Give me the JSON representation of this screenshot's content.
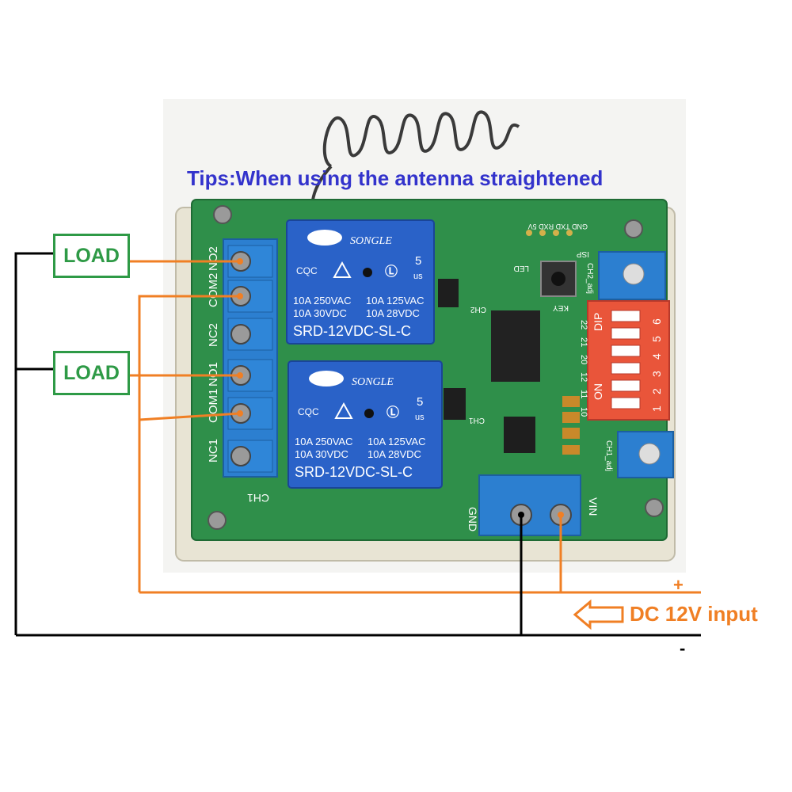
{
  "tips": "Tips:When using the antenna straightened",
  "loads": [
    "LOAD",
    "LOAD"
  ],
  "input_label": "DC 12V input",
  "plus": "+",
  "minus": "-",
  "relays": [
    {
      "brand": "SONGLE",
      "cert": "CQC",
      "num": "5",
      "ul": "us",
      "rating1": "10A 250VAC",
      "rating2": "10A 125VAC",
      "rating3": "10A 30VDC",
      "rating4": "10A 28VDC",
      "model": "SRD-12VDC-SL-C"
    },
    {
      "brand": "SONGLE",
      "cert": "CQC",
      "num": "5",
      "ul": "us",
      "rating1": "10A 250VAC",
      "rating2": "10A 125VAC",
      "rating3": "10A 30VDC",
      "rating4": "10A 28VDC",
      "model": "SRD-12VDC-SL-C"
    }
  ],
  "terminal_labels": [
    "NO2",
    "COM2",
    "NC2",
    "NO1",
    "COM1",
    "NC1"
  ],
  "board_labels": {
    "ch1_bottom": "CH1",
    "ch1_small": "CH1",
    "ch2": "CH2",
    "led": "LED",
    "key": "KEY",
    "isp": "ISP",
    "pins": "GND TXD RXD 5V",
    "gnd": "GND",
    "vin": "VIN",
    "ch2_adj": "CH2_adj",
    "ch1_adj": "CH1_adj",
    "dip": "DIP",
    "on": "ON",
    "dip_numbers": [
      "1",
      "2",
      "3",
      "4",
      "5",
      "6"
    ],
    "side_numbers": [
      "22",
      "21",
      "20",
      "12",
      "11",
      "10"
    ]
  },
  "colors": {
    "pcb": "#2f8f4a",
    "relay": "#2a62c8",
    "terminal": "#2c7fd0",
    "wire_orange": "#f07f24",
    "wire_black": "#000000",
    "load_border": "#2e9a46",
    "tips_text": "#3333cc",
    "dip": "#e9553a"
  }
}
